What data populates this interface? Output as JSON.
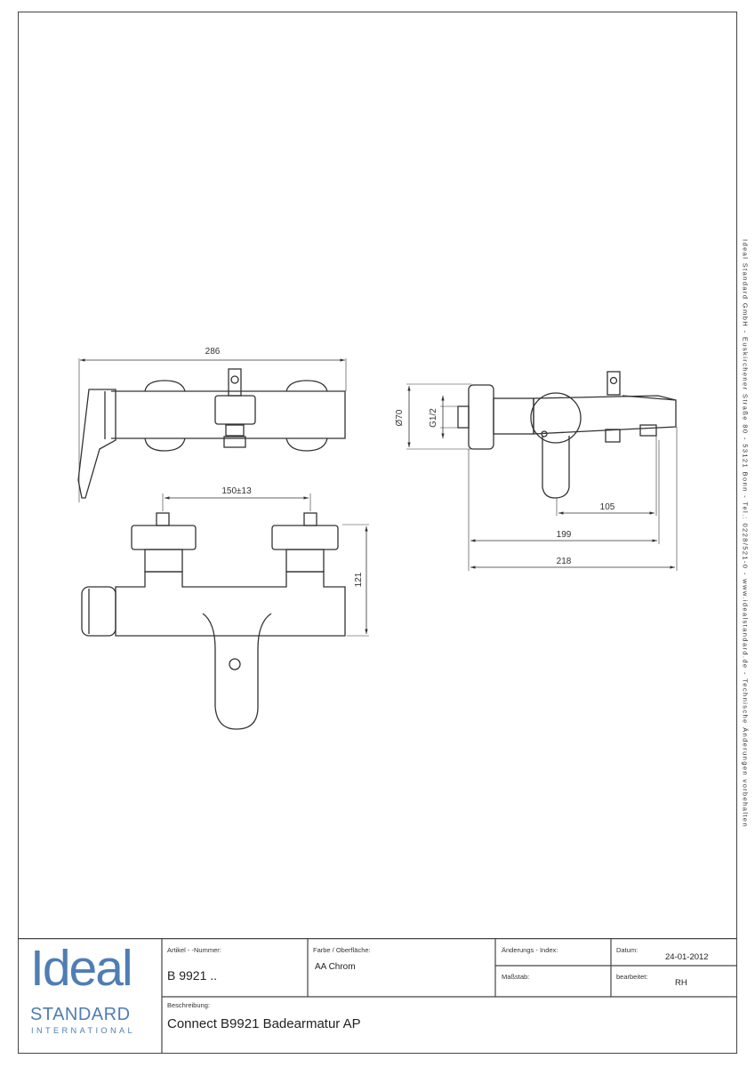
{
  "side_note": "Ideal Standard GmbH - Euskirchener Straße 80 - 53121 Bonn - Tel.: 0228/521-0 - www.idealstandard.de - Technische Änderungen vorbehalten",
  "dimensions": {
    "top_width": "286",
    "centers": "150±13",
    "height": "121",
    "diameter": "Ø70",
    "thread": "G1/2",
    "projection_lever": "105",
    "projection_body": "199",
    "projection_total": "218"
  },
  "title_block": {
    "logo": {
      "ideal": "Ideal",
      "standard": "STANDARD",
      "international": "INTERNATIONAL"
    },
    "article_label": "Artikel - -Nummer:",
    "article_value": "B 9921 ..",
    "color_label": "Farbe / Oberfläche:",
    "color_value": "AA Chrom",
    "change_label": "Änderungs - Index:",
    "scale_label": "Maßstab:",
    "date_label": "Datum:",
    "date_value": "24-01-2012",
    "editor_label": "bearbeitet:",
    "editor_value": "RH",
    "description_label": "Beschreibung:",
    "description_value": "Connect B9921 Badearmatur AP"
  },
  "colors": {
    "logo": "#4e7eb3",
    "line": "#333333"
  }
}
